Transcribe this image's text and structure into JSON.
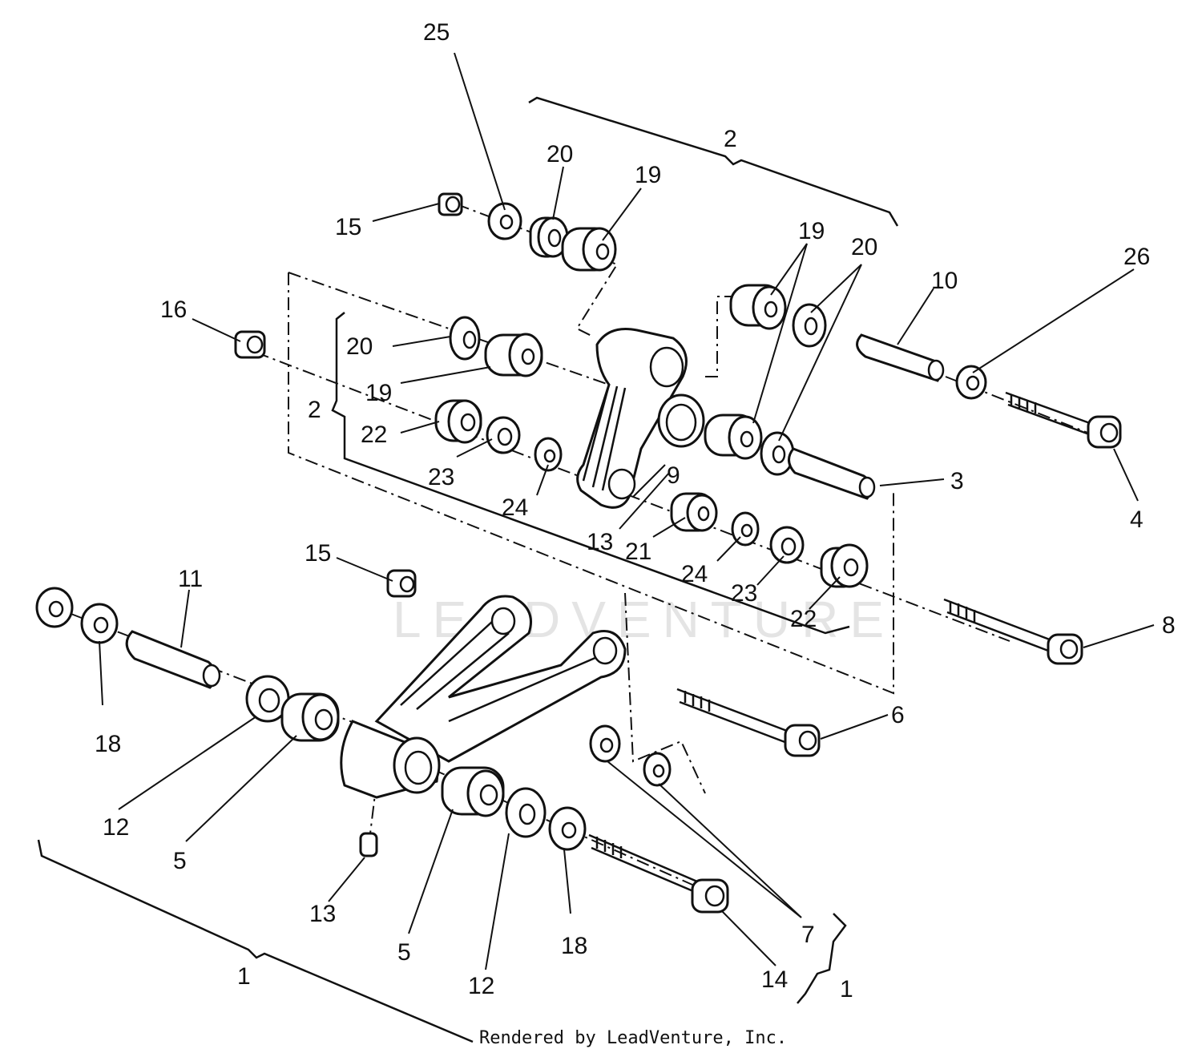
{
  "watermark": "LEADVENTURE",
  "credit": "Rendered by LeadVenture, Inc.",
  "callouts": {
    "c25": "25",
    "c2_top": "2",
    "c20_a": "20",
    "c19_a": "19",
    "c15_a": "15",
    "c19_b": "19",
    "c20_b": "20",
    "c26": "26",
    "c10": "10",
    "c16": "16",
    "c20_c": "20",
    "c19_c": "19",
    "c2_left": "2",
    "c22_a": "22",
    "c23_a": "23",
    "c24_a": "24",
    "c9": "9",
    "c13_a": "13",
    "c3": "3",
    "c4": "4",
    "c21": "21",
    "c24_b": "24",
    "c23_b": "23",
    "c22_b": "22",
    "c8": "8",
    "c15_b": "15",
    "c11": "11",
    "c18_a": "18",
    "c12_a": "12",
    "c5_a": "5",
    "c13_b": "13",
    "c6": "6",
    "c5_b": "5",
    "c12_b": "12",
    "c18_b": "18",
    "c7": "7",
    "c14": "14",
    "c1_left": "1",
    "c1_right": "1"
  }
}
